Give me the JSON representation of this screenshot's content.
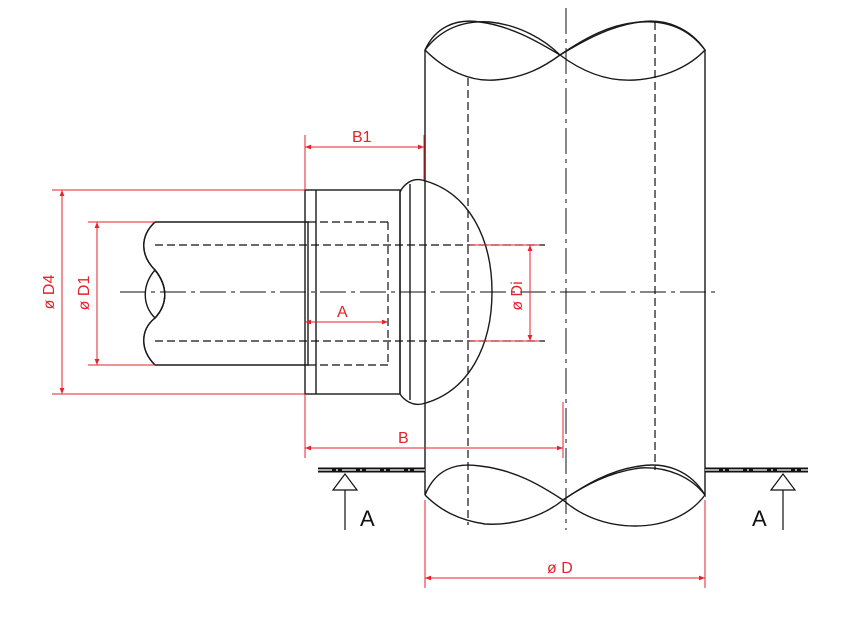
{
  "colors": {
    "dimension": "#e8212b",
    "outline": "#1a1a1a",
    "shading_dark": "#7d7d7d",
    "shading_light": "#f2f2f2"
  },
  "labels": {
    "b1": "B1",
    "d4": "ø D4",
    "d1": "ø D1",
    "a": "A",
    "di": "ø Di",
    "b": "B",
    "d": "ø D",
    "section_left": "A",
    "section_right": "A"
  }
}
